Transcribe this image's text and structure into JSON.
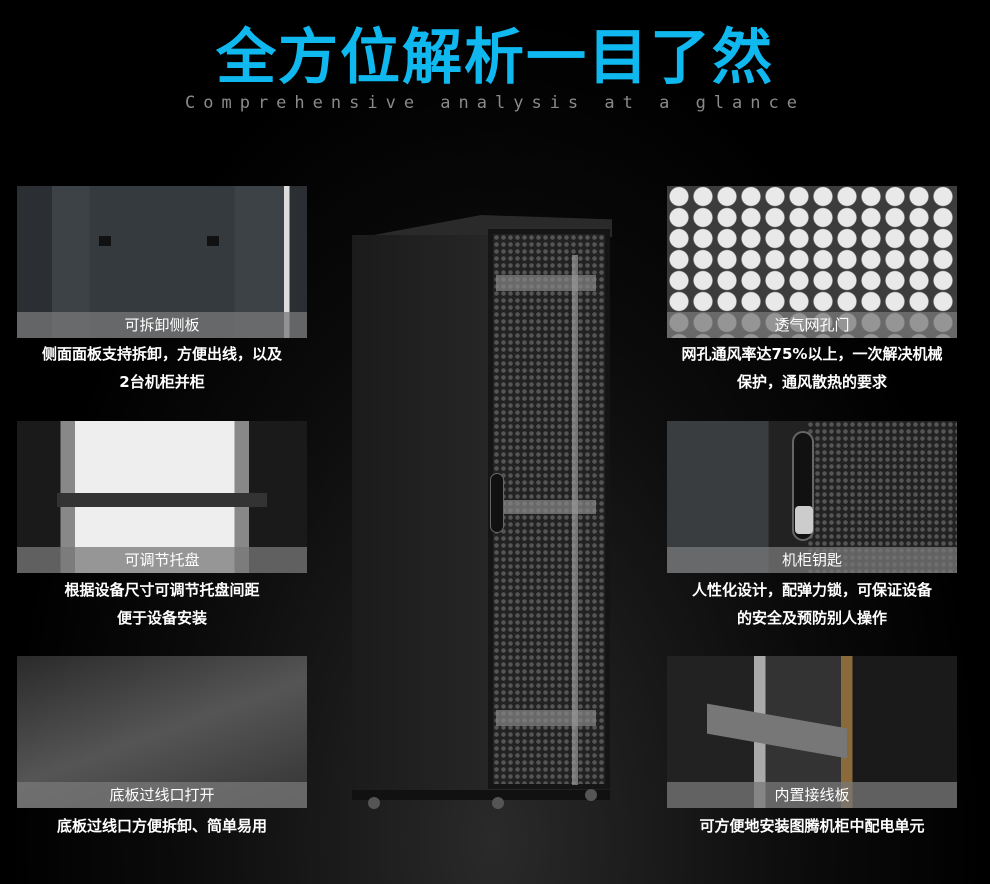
{
  "header": {
    "title": "全方位解析一目了然",
    "subtitle": "Comprehensive analysis at a glance"
  },
  "features": {
    "left": [
      {
        "label": "可拆卸侧板",
        "desc": [
          "侧面面板支持拆卸，方便出线，以及",
          "2台机柜并柜"
        ]
      },
      {
        "label": "可调节托盘",
        "desc": [
          "根据设备尺寸可调节托盘间距",
          "便于设备安装"
        ]
      },
      {
        "label": "底板过线口打开",
        "desc": [
          "底板过线口方便拆卸、简单易用"
        ]
      }
    ],
    "right": [
      {
        "label": "透气网孔门",
        "desc": [
          "网孔通风率达75%以上，一次解决机械",
          "保护，通风散热的要求"
        ]
      },
      {
        "label": "机柜钥匙",
        "desc": [
          "人性化设计，配弹力锁，可保证设备",
          "的安全及预防别人操作"
        ]
      },
      {
        "label": "内置接线板",
        "desc": [
          "可方便地安装图腾机柜中配电单元"
        ]
      }
    ]
  },
  "colors": {
    "accent": "#10b8f0"
  }
}
